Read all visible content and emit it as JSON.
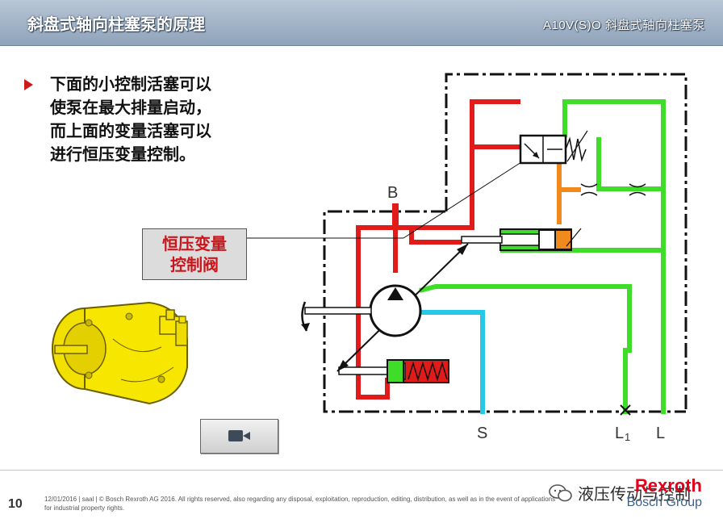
{
  "header": {
    "title": "斜盘式轴向柱塞泵的原理",
    "subtitle": "A10V(S)O  斜盘式轴向柱塞泵"
  },
  "bullet": {
    "lines": [
      "下面的小控制活塞可以",
      "使泵在最大排量启动，",
      "而上面的变量活塞可以",
      "进行恒压变量控制。"
    ]
  },
  "callout": {
    "lines": [
      "恒压变量",
      "控制阀"
    ]
  },
  "diagram": {
    "port_labels": {
      "b": "B",
      "s": "S",
      "l1": "L",
      "l1_sub": "1",
      "l": "L"
    },
    "colors": {
      "pressure": "#e11a1a",
      "pilot": "#f08a1c",
      "drain": "#3fdc2a",
      "suction": "#26c8e8"
    }
  },
  "video_button": {
    "icon": "video-camera-icon"
  },
  "footer": {
    "page_number": "10",
    "legal": "12/01/2016 | saal | © Bosch Rexroth AG 2016. All rights reserved, also regarding any disposal, exploitation, reproduction, editing, distribution, as well as in the event of applications for industrial property rights.",
    "brand": "Rexroth",
    "group": "Bosch Group",
    "watermark": "液压传动与控制"
  }
}
